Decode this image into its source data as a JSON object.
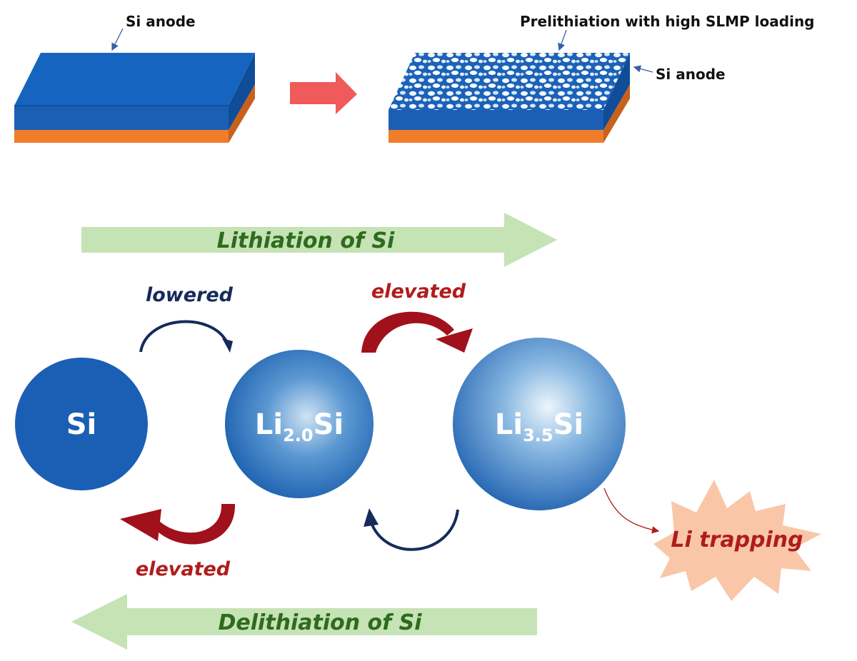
{
  "top": {
    "si_anode_label": "Si anode",
    "prelithiation_label": "Prelithiation with high SLMP loading",
    "si_anode_label_right": "Si anode"
  },
  "processes": {
    "lithiation": "Lithiation of Si",
    "delithiation": "Delithiation of Si"
  },
  "arrows": {
    "lowered": "lowered",
    "elevated_top": "elevated",
    "elevated_bottom": "elevated"
  },
  "spheres": {
    "si": "Si",
    "li20_main": "Li",
    "li20_sub": "2.0",
    "li20_tail": "Si",
    "li35_main": "Li",
    "li35_sub": "3.5",
    "li35_tail": "Si"
  },
  "trapping": "Li trapping",
  "colors": {
    "anode_blue": "#1565c0",
    "current_collector": "#ef7d2c",
    "process_arrow_fill": "#c5e3b4",
    "lowered_arrow": "#162a5c",
    "elevated_arrow": "#a0111c",
    "burst_fill": "#f9c7a8"
  }
}
